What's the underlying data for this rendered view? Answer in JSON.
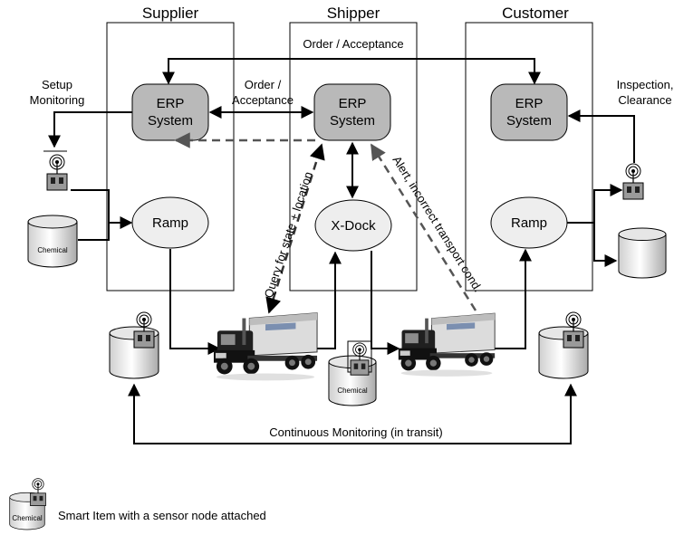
{
  "columns": {
    "supplier": "Supplier",
    "shipper": "Shipper",
    "customer": "Customer"
  },
  "nodes": {
    "erp": [
      "ERP",
      "System"
    ],
    "ramp": "Ramp",
    "xdock": "X-Dock"
  },
  "labels": {
    "order_acceptance_top": "Order / Acceptance",
    "order_acceptance_mid": [
      "Order /",
      "Acceptance"
    ],
    "setup_monitoring": [
      "Setup",
      "Monitoring"
    ],
    "inspection_clearance": [
      "Inspection,",
      "Clearance"
    ],
    "query": "Query for state + location",
    "alert": "Alert, incorrect transport cond.",
    "continuous_monitoring": "Continuous Monitoring  (in transit)",
    "chemical": "Chemical"
  },
  "legend": {
    "text": "Smart Item with a sensor node attached"
  },
  "colors": {
    "erp_fill": "#b9b9b9",
    "ellipse_fill": "#eeeeee",
    "dashed_arrow": "#555555",
    "truck_cab": "#222222",
    "trailer": "#dddddd"
  },
  "icons": [
    "sensor-antenna-icon",
    "chemical-drum-icon",
    "truck-icon"
  ]
}
